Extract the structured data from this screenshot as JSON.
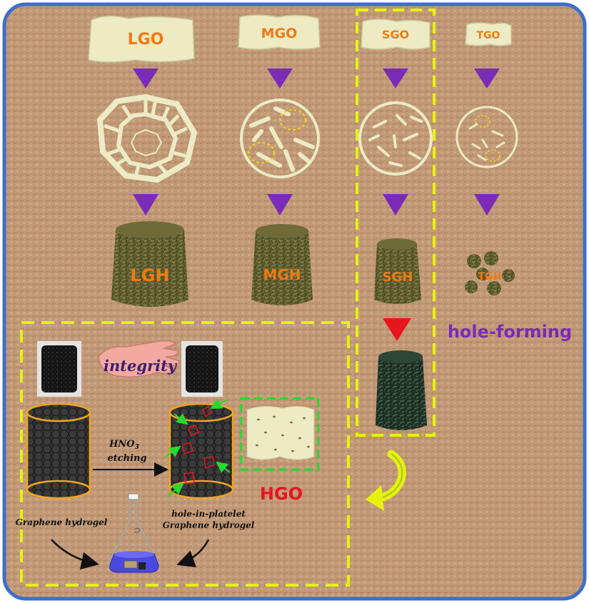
{
  "labels": {
    "lgo": "LGO",
    "mgo": "MGO",
    "sgo": "SGO",
    "tgo": "TGO",
    "lgh": "LGH",
    "mgh": "MGH",
    "sgh": "SGH",
    "tgh": "TGH",
    "hole_forming": "hole-forming",
    "integrity": "integrity",
    "hno3": "HNO",
    "hno3_sub": "3",
    "etching": "etching",
    "hgo": "HGO",
    "graphene_hydrogel": "Graphene hydrogel",
    "hole_in_platelet_1": "hole-in-platelet",
    "hole_in_platelet_2": "Graphene hydrogel"
  },
  "colors": {
    "frame_border": "#3d6fc8",
    "background": "#c49a78",
    "process_arrow": "#7a2bb8",
    "reaction_arrow": "#e8141e",
    "dashed_box": "#e6f20e",
    "hgo_box": "#25d92f",
    "label_orange": "#f07a14",
    "label_red": "#e8141e",
    "hydrogel_green": "#5c5a2e",
    "sheet_cream": "#ecebc4"
  }
}
